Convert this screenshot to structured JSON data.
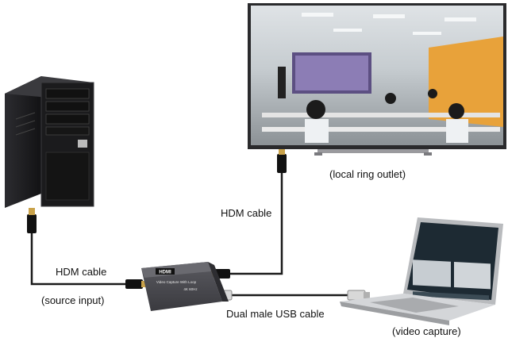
{
  "labels": {
    "tv_caption": "(local ring outlet)",
    "hdmi_cable_top": "HDM cable",
    "hdmi_cable_left": "HDM cable",
    "source_caption": "(source input)",
    "usb_cable": "Dual male USB cable",
    "laptop_caption": "(video capture)"
  },
  "device": {
    "logo": "HDMI",
    "line1": "Video Capture With Loop",
    "line2": "4K 60Hz"
  },
  "colors": {
    "cable": "#1a1a1a",
    "device_body": "#4a4a4f",
    "tower_body": "#1c1c1e",
    "tv_frame": "#2a2a2c",
    "laptop_body": "#c9cbce"
  }
}
